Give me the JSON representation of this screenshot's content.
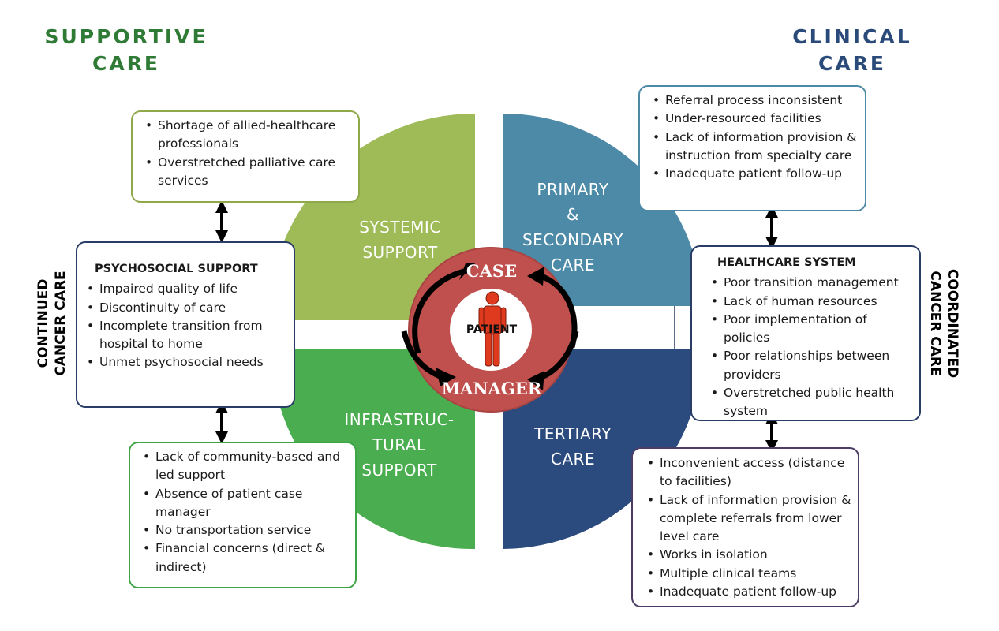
{
  "titles": {
    "supportive": [
      "SUPPORTIVE",
      "CARE"
    ],
    "clinical": [
      "CLINICAL",
      "CARE"
    ],
    "continued": [
      "CONTINUED",
      "CANCER CARE"
    ],
    "coordinated": [
      "COORDINATED",
      "CANCER CARE"
    ]
  },
  "segments": {
    "systemic": [
      "SYSTEMIC",
      "SUPPORT"
    ],
    "primary": [
      "PRIMARY",
      "&",
      "SECONDARY",
      "CARE"
    ],
    "infra": [
      "INFRASTRUC-",
      "TURAL",
      "SUPPORT"
    ],
    "tertiary": [
      "TERTIARY",
      "CARE"
    ]
  },
  "center": {
    "top": "CASE",
    "bottom": "MANAGER",
    "patient": "PATIENT"
  },
  "colors": {
    "systemic": "#9fbb58",
    "primary": "#4d8aa7",
    "infra": "#4aad4f",
    "tertiary": "#2b4a7d",
    "case_manager_ring": "#c0504d",
    "patient": "#e03a1e",
    "supportive_title": "#2f7a35",
    "clinical_title": "#2a4a7a"
  },
  "boxes": {
    "systemic": {
      "items": [
        "Shortage of allied-healthcare professionals",
        "Overstretched palliative care services"
      ]
    },
    "psychosocial": {
      "heading": "PSYCHOSOCIAL SUPPORT",
      "items": [
        "Impaired quality of life",
        "Discontinuity of care",
        "Incomplete transition from hospital to home",
        "Unmet psychosocial needs"
      ]
    },
    "infra": {
      "items": [
        "Lack of community-based and led support",
        "Absence of patient case manager",
        "No transportation service",
        "Financial concerns (direct & indirect)"
      ]
    },
    "primary": {
      "items": [
        "Referral process inconsistent",
        "Under-resourced facilities",
        "Lack of information provision & instruction from specialty care",
        "Inadequate patient follow-up"
      ]
    },
    "healthcare": {
      "heading": "HEALTHCARE SYSTEM",
      "items": [
        "Poor transition management",
        "Lack of human resources",
        "Poor implementation of policies",
        "Poor relationships between providers",
        "Overstretched public health system"
      ]
    },
    "tertiary": {
      "items": [
        "Inconvenient access (distance to facilities)",
        "Lack of information provision & complete referrals from lower level care",
        "Works in isolation",
        "Multiple clinical teams",
        "Inadequate patient follow-up"
      ]
    }
  }
}
